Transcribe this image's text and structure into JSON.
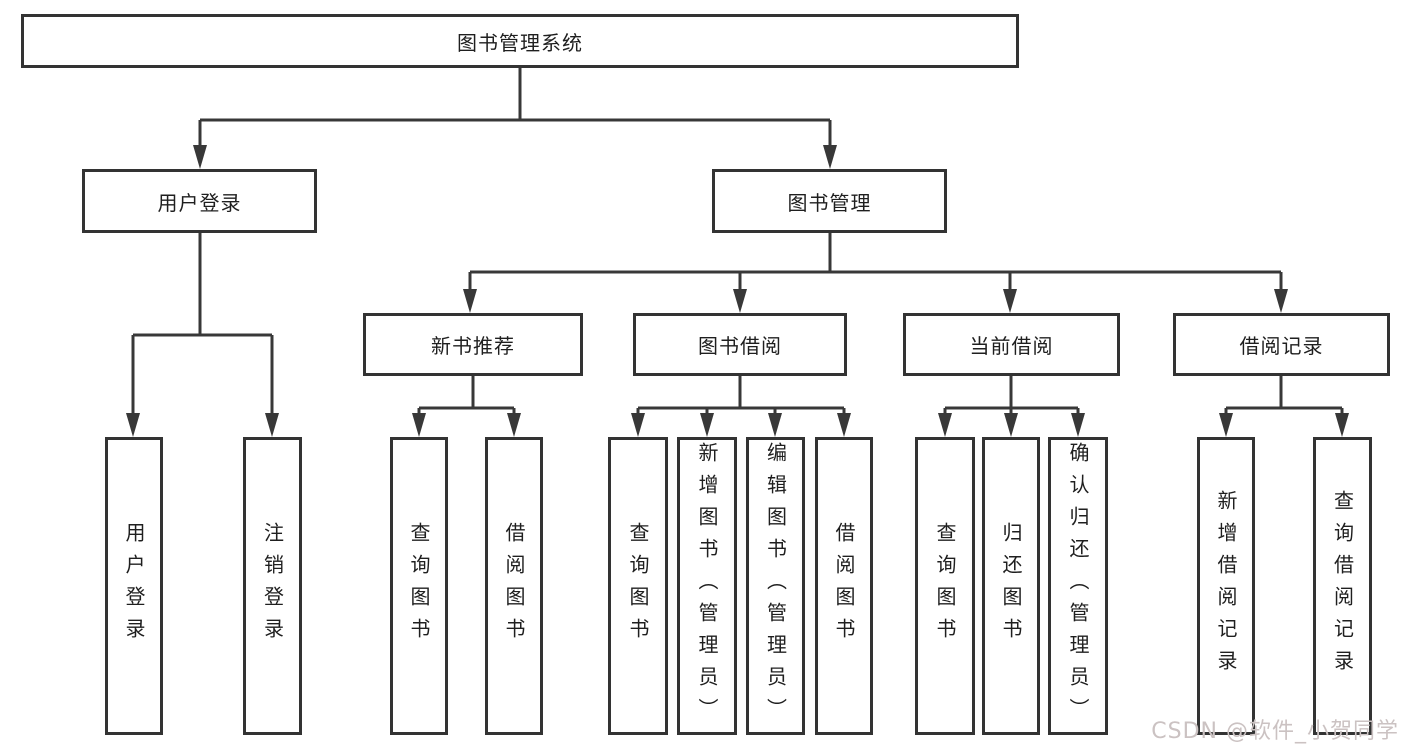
{
  "diagram": {
    "root": {
      "label": "图书管理系统"
    },
    "level2": [
      {
        "label": "用户登录"
      },
      {
        "label": "图书管理"
      }
    ],
    "level3": [
      {
        "label": "新书推荐"
      },
      {
        "label": "图书借阅"
      },
      {
        "label": "当前借阅"
      },
      {
        "label": "借阅记录"
      }
    ],
    "leaves": {
      "user_login": [
        "用户登录",
        "注销登录"
      ],
      "new_book": [
        "查询图书",
        "借阅图书"
      ],
      "borrow": [
        "查询图书",
        "新增图书（管理员）",
        "编辑图书（管理员）",
        "借阅图书"
      ],
      "current": [
        "查询图书",
        "归还图书",
        "确认归还（管理员）"
      ],
      "records": [
        "新增借阅记录",
        "查询借阅记录"
      ]
    },
    "watermark": "CSDN @软件_小贺同学",
    "colors": {
      "line": "#383838",
      "border": "#333333",
      "text": "#1f1f1f",
      "watermark": "#cbc2c2",
      "background": "#ffffff"
    }
  }
}
